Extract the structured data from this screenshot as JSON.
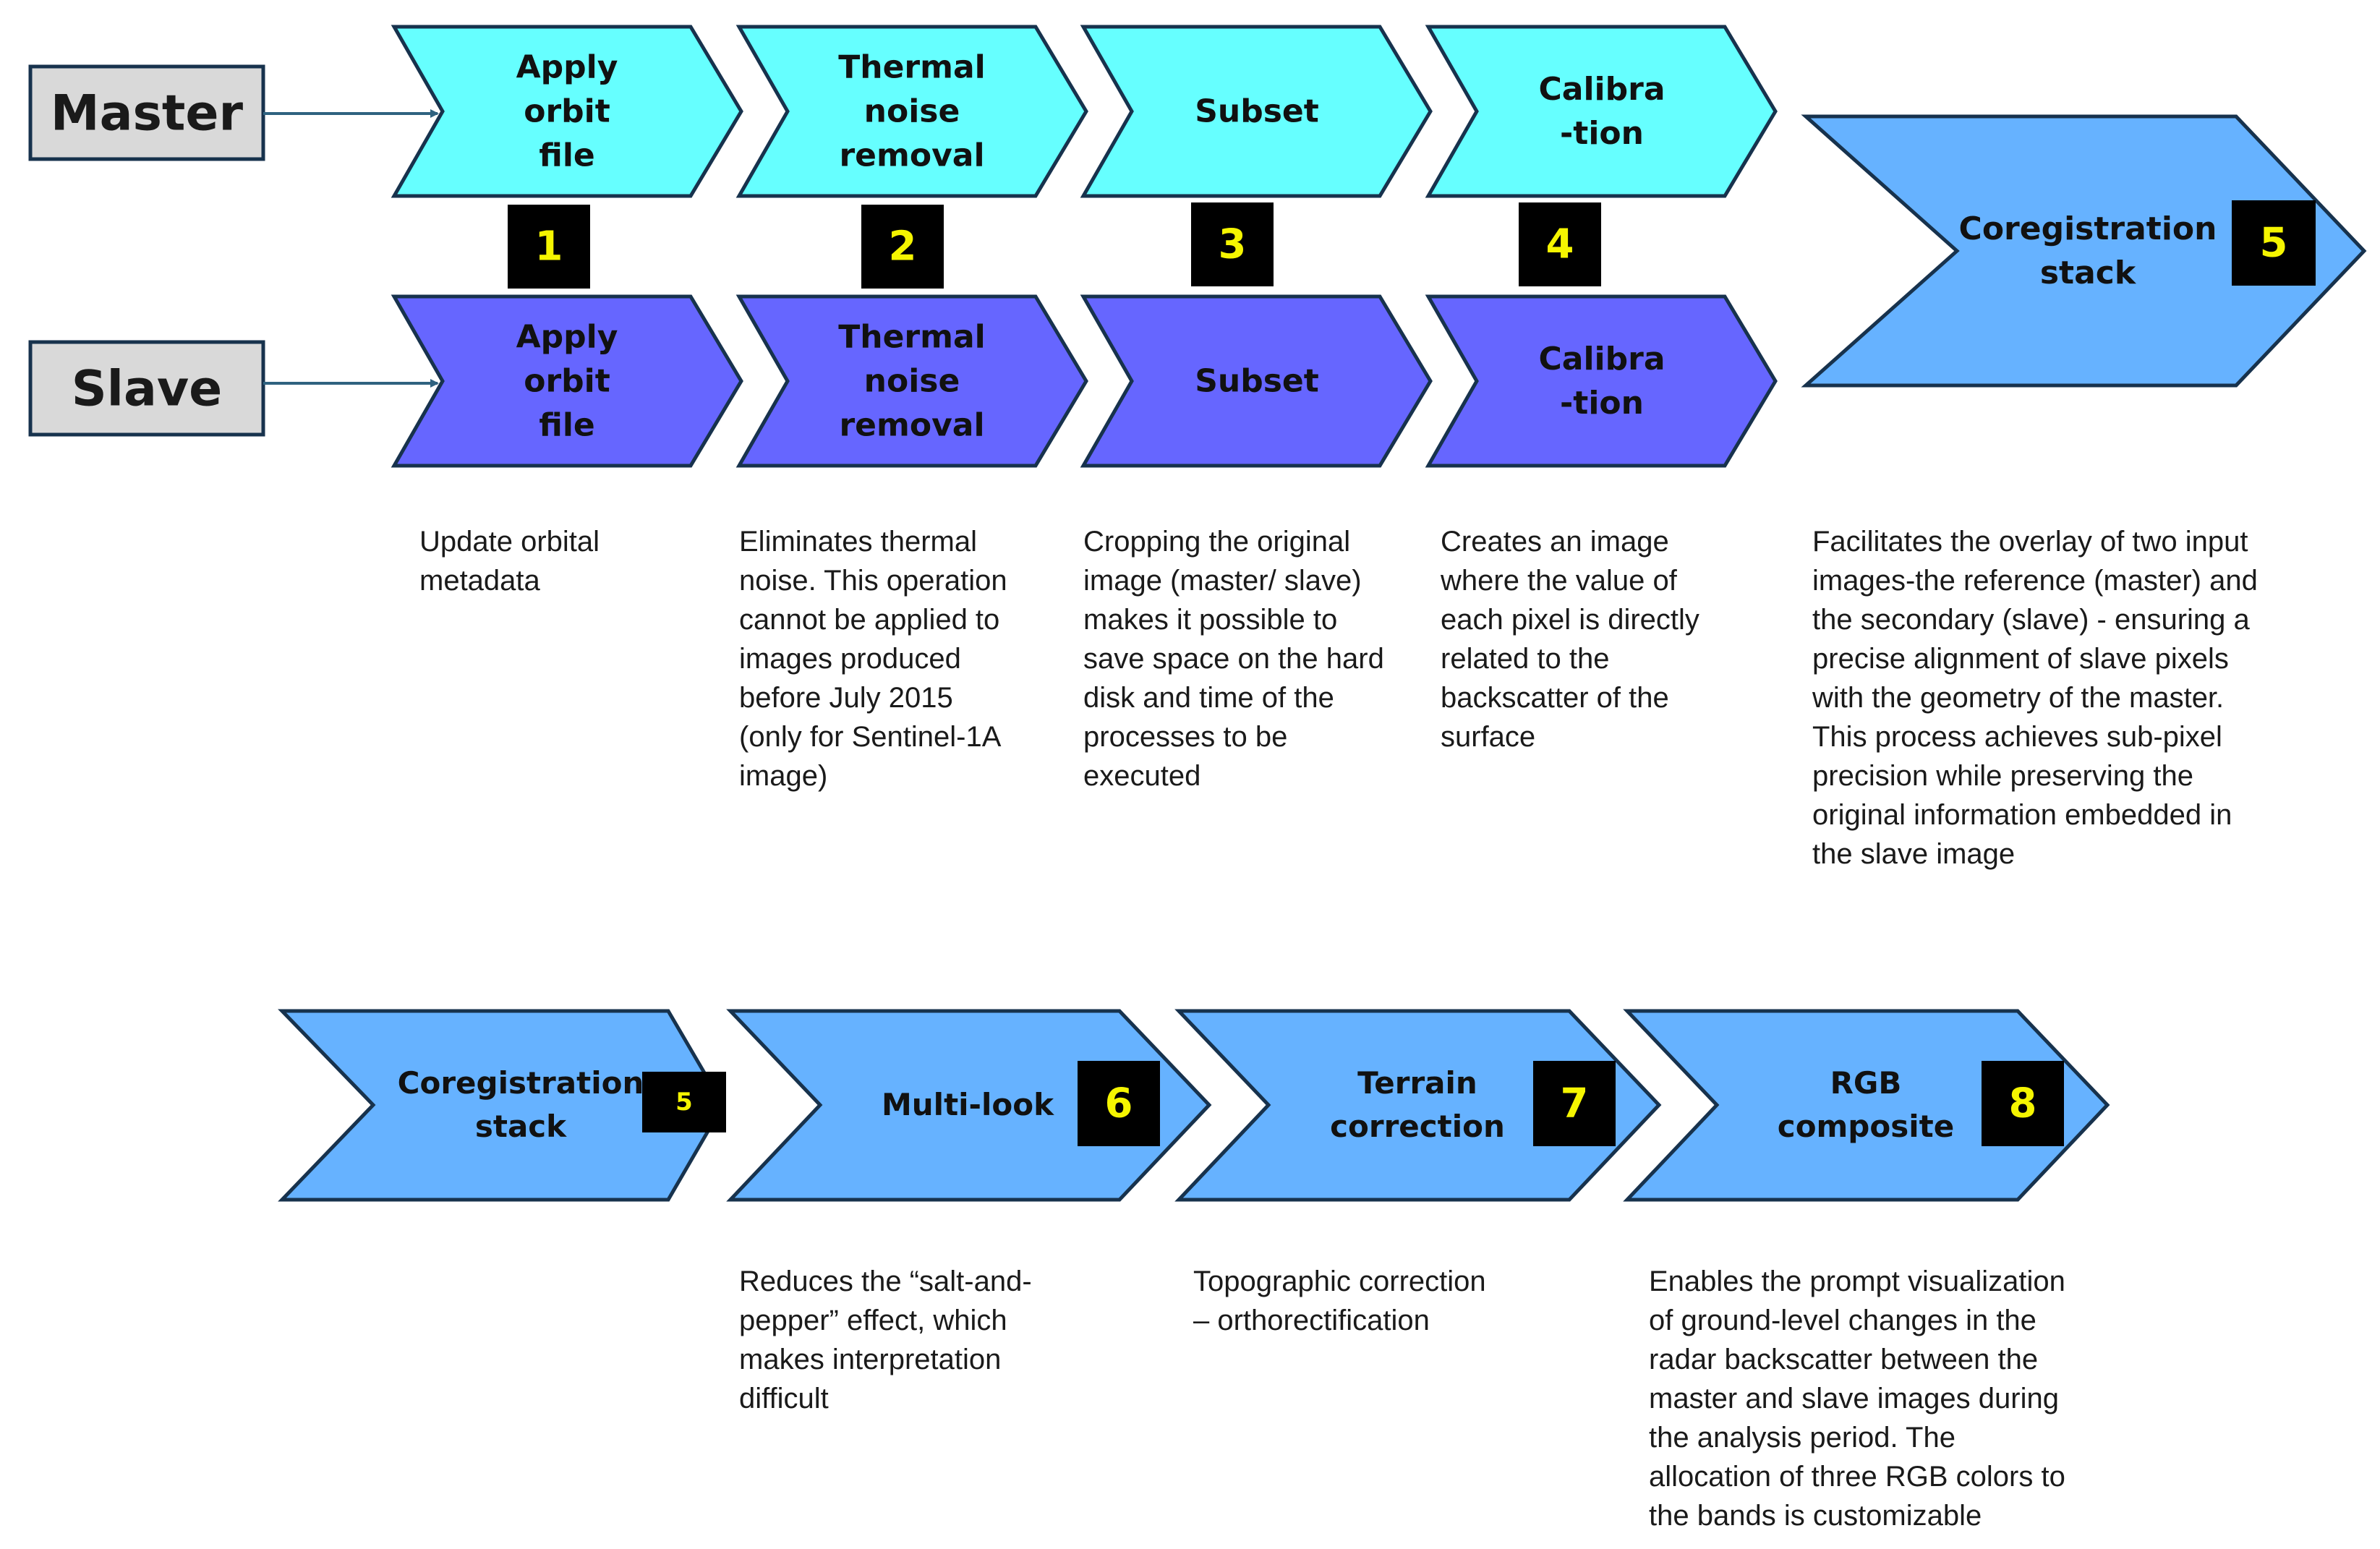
{
  "sources": [
    {
      "label": "Master"
    },
    {
      "label": "Slave"
    }
  ],
  "master_steps": [
    {
      "label": "Apply\norbit\nfile"
    },
    {
      "label": "Thermal\nnoise\nremoval"
    },
    {
      "label": "Subset"
    },
    {
      "label": "Calibra\n-tion"
    }
  ],
  "slave_steps": [
    {
      "label": "Apply\norbit\nfile"
    },
    {
      "label": "Thermal\nnoise\nremoval"
    },
    {
      "label": "Subset"
    },
    {
      "label": "Calibra\n-tion"
    }
  ],
  "step_numbers": [
    "1",
    "2",
    "3",
    "4"
  ],
  "coregistration": {
    "label": "Coregistration\nstack",
    "number": "5"
  },
  "descriptions_top": [
    "Update orbital\nmetadata",
    "Eliminates thermal\nnoise. This operation\ncannot be applied to\nimages produced\nbefore July 2015\n(only for Sentinel-1A\nimage)",
    "Cropping the original\nimage (master/ slave)\nmakes it possible to\nsave space on the hard\ndisk and time of the\nprocesses to be\nexecuted",
    "Creates an image\nwhere the value of\neach pixel is directly\nrelated to the\nbackscatter of the\nsurface",
    "Facilitates the overlay of two input\nimages-the reference (master) and\nthe secondary (slave) - ensuring a\nprecise alignment of slave pixels\nwith the geometry of the master.\nThis process achieves sub-pixel\nprecision while preserving the\noriginal information embedded in\nthe slave image"
  ],
  "bottom_steps": [
    {
      "label": "Coregistration\nstack",
      "number": "5"
    },
    {
      "label": "Multi-look",
      "number": "6"
    },
    {
      "label": "Terrain\ncorrection",
      "number": "7"
    },
    {
      "label": "RGB\ncomposite",
      "number": "8"
    }
  ],
  "descriptions_bottom": [
    "Reduces the “salt-and-\npepper” effect, which\nmakes interpretation\ndifficult",
    "Topographic correction\n– orthorectification",
    "Enables the prompt visualization\nof ground-level changes in the\nradar backscatter between the\nmaster and slave images during\nthe analysis period. The\nallocation of three RGB colors to\nthe bands is customizable"
  ],
  "colors": {
    "master_fill": "#66ffff",
    "slave_fill": "#6666ff",
    "step_fill": "#66b2ff",
    "outline": "#17324d",
    "number_box": "#000000",
    "number_text": "#f5f500",
    "source_box": "#d9d9d9",
    "arrow": "#2f6280"
  }
}
